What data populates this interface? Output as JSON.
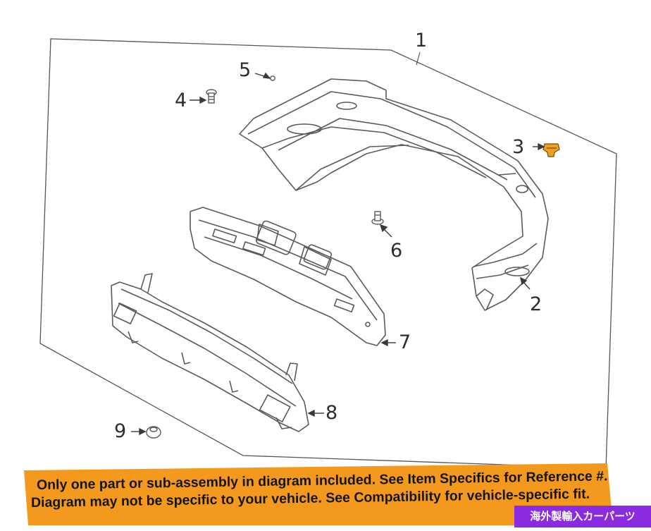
{
  "diagram": {
    "callouts": [
      {
        "id": "1",
        "label": "1"
      },
      {
        "id": "2",
        "label": "2"
      },
      {
        "id": "3",
        "label": "3"
      },
      {
        "id": "4",
        "label": "4"
      },
      {
        "id": "5",
        "label": "5"
      },
      {
        "id": "6",
        "label": "6"
      },
      {
        "id": "7",
        "label": "7"
      },
      {
        "id": "8",
        "label": "8"
      },
      {
        "id": "9",
        "label": "9"
      }
    ],
    "colors": {
      "line": "#5a5a5a",
      "highlight_part": "#f0a020",
      "banner": "#f39a1e",
      "badge": "#8a2be2"
    }
  },
  "banner": {
    "line1": "Only one part or sub-assembly in diagram included. See Item Specifics for Reference #.",
    "line2": "Diagram may not be specific to your vehicle. See Compatibility for vehicle-specific fit."
  },
  "badge": {
    "text": "海外製輸入カーパーツ"
  }
}
